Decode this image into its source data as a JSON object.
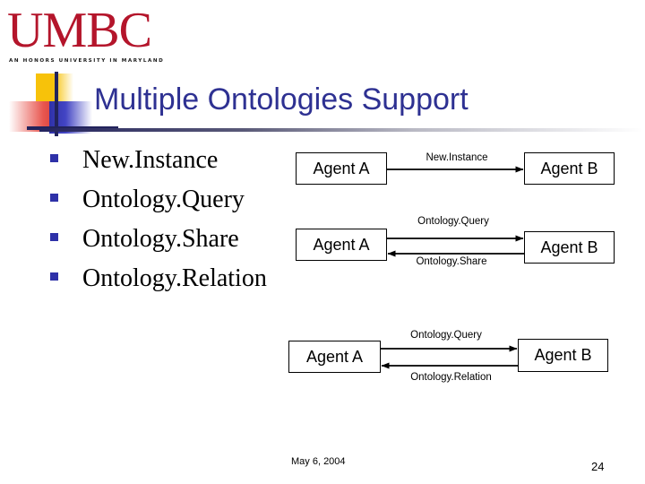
{
  "branding": {
    "wordmark": "UMBC",
    "tagline": "AN HONORS UNIVERSITY IN MARYLAND",
    "logo_color": "#b4152b",
    "deco_colors": {
      "yellow": "#f7c20a",
      "red": "#c9302c",
      "blue": "#2f31a8",
      "cross": "#22235c"
    }
  },
  "slide": {
    "title": "Multiple Ontologies Support",
    "title_color": "#2e3192"
  },
  "bullets": {
    "marker_color": "#2e31a8",
    "items": [
      {
        "label": "New.Instance"
      },
      {
        "label": "Ontology.Query"
      },
      {
        "label": "Ontology.Share"
      },
      {
        "label": "Ontology.Relation"
      }
    ]
  },
  "diagram": {
    "groups": [
      {
        "id": "group-1",
        "left_node": "Agent A",
        "right_node": "Agent B",
        "edges": [
          {
            "label": "New.Instance",
            "direction": "left-to-right"
          }
        ]
      },
      {
        "id": "group-2",
        "left_node": "Agent A",
        "right_node": "Agent B",
        "edges": [
          {
            "label": "Ontology.Query",
            "direction": "left-to-right"
          },
          {
            "label": "Ontology.Share",
            "direction": "right-to-left"
          }
        ]
      },
      {
        "id": "group-3",
        "left_node": "Agent A",
        "right_node": "Agent B",
        "edges": [
          {
            "label": "Ontology.Query",
            "direction": "left-to-right"
          },
          {
            "label": "Ontology.Relation",
            "direction": "right-to-left"
          }
        ]
      }
    ]
  },
  "footer": {
    "date": "May 6, 2004",
    "page_number": "24"
  }
}
